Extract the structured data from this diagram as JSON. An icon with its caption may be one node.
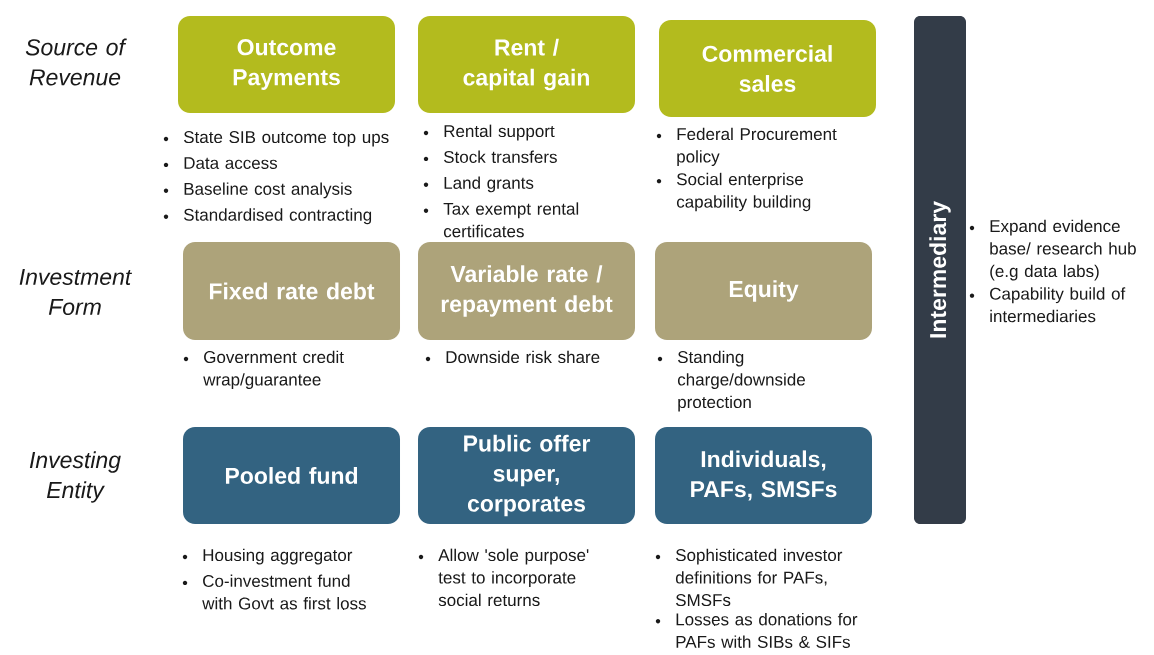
{
  "diagram": {
    "nodes": [
      {
        "text": [
          "Outcome Payments"
        ],
        "beside": [
          "State SIB outcome top ups",
          "Data access",
          "Baseline cost analysis",
          "Standardised contracting"
        ]
      },
      {
        "text": [
          "Rent / capital gain"
        ],
        "beside": [
          "Rental support",
          "Stock transfers",
          "Land grants",
          "Tax exempt rental certificates"
        ]
      },
      {
        "text": [
          "Commercial sales"
        ],
        "beside": [
          "Federal Procurement policy",
          "Social enterprise capability building"
        ]
      },
      {
        "text": [
          "Intermediary"
        ],
        "beside": [
          "Expand evidence base/ research hub (e.g data labs)",
          "Capability build of intermediaries"
        ]
      },
      {
        "text": [
          "Fixed rate debt"
        ],
        "beside": [
          "Government credit wrap/guarantee"
        ]
      },
      {
        "text": [
          "Variable rate / repayment debt"
        ],
        "beside": [
          "Downside risk share"
        ]
      },
      {
        "text": [
          "Equity"
        ],
        "beside": [
          "Standing charge/downside protection"
        ]
      },
      {
        "text": [
          "Pooled fund"
        ],
        "beside": [
          "Housing aggregator",
          "Co-investment fund with Govt as first loss"
        ]
      },
      {
        "text": [
          "Public offer super, corporates"
        ],
        "beside": [
          "Allow 'sole purpose' test to incorporate social returns"
        ]
      },
      {
        "text": [
          "Individuals, PAFs, SMSFs"
        ],
        "beside": [
          "Sophisticated investor definitions for PAFs, SMSFs",
          "Losses as donations for PAFs with SIBs & SIFs"
        ]
      }
    ],
    "labels": [
      "Source of Revenue",
      "Investment Form",
      "Investing Entity"
    ]
  }
}
